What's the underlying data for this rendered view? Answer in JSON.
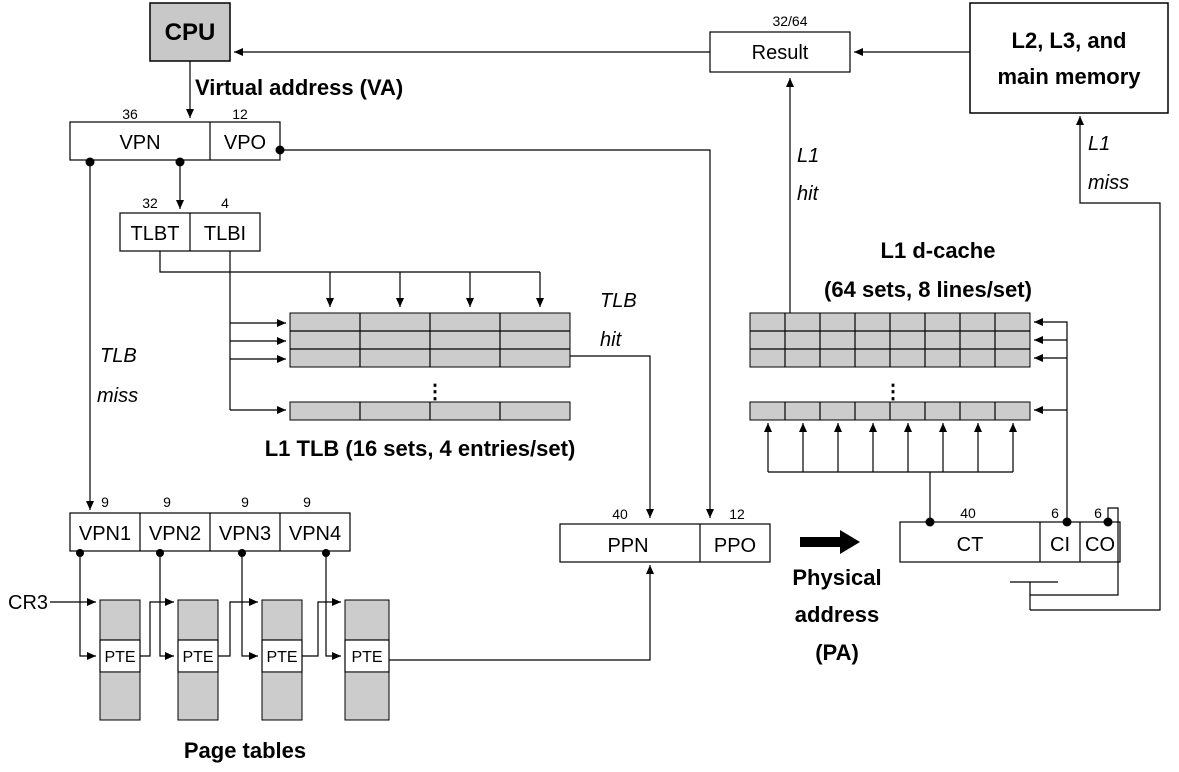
{
  "cpu": {
    "label": "CPU"
  },
  "va": {
    "title": "Virtual address (VA)",
    "vpn": {
      "label": "VPN",
      "bits": "36"
    },
    "vpo": {
      "label": "VPO",
      "bits": "12"
    }
  },
  "tlb_index": {
    "tlbt": {
      "label": "TLBT",
      "bits": "32"
    },
    "tlbi": {
      "label": "TLBI",
      "bits": "4"
    }
  },
  "tlb": {
    "title": "L1 TLB (16 sets, 4 entries/set)",
    "hit_line1": "TLB",
    "hit_line2": "hit",
    "miss_line1": "TLB",
    "miss_line2": "miss"
  },
  "vpn_fields": [
    {
      "label": "VPN1",
      "bits": "9"
    },
    {
      "label": "VPN2",
      "bits": "9"
    },
    {
      "label": "VPN3",
      "bits": "9"
    },
    {
      "label": "VPN4",
      "bits": "9"
    }
  ],
  "cr3": "CR3",
  "pte_label": "PTE",
  "page_tables_title": "Page tables",
  "pa": {
    "ppn": {
      "label": "PPN",
      "bits": "40"
    },
    "ppo": {
      "label": "PPO",
      "bits": "12"
    },
    "title_line1": "Physical",
    "title_line2": "address",
    "title_line3": "(PA)"
  },
  "cache_addr": {
    "ct": {
      "label": "CT",
      "bits": "40"
    },
    "ci": {
      "label": "CI",
      "bits": "6"
    },
    "co": {
      "label": "CO",
      "bits": "6"
    }
  },
  "dcache": {
    "title_line1": "L1 d-cache",
    "title_line2": "(64 sets, 8 lines/set)",
    "hit_line1": "L1",
    "hit_line2": "hit",
    "miss_line1": "L1",
    "miss_line2": "miss"
  },
  "result": {
    "label": "Result",
    "bits": "32/64"
  },
  "memory": {
    "line1": "L2, L3, and",
    "line2": "main memory"
  },
  "ellipsis": "⋮"
}
